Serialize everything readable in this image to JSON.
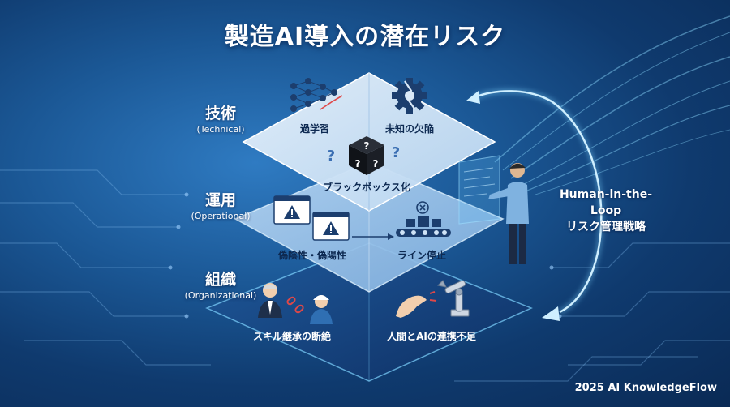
{
  "title": "製造AI導入の潜在リスク",
  "layers": [
    {
      "jp": "技術",
      "en": "(Technical)"
    },
    {
      "jp": "運用",
      "en": "(Operational)"
    },
    {
      "jp": "組織",
      "en": "(Organizational)"
    }
  ],
  "risks": {
    "overfitting": "過学習",
    "unknown_defect": "未知の欠陥",
    "black_box": "ブラックボックス化",
    "false_positive_negative": "偽陰性・偽陽性",
    "line_stop": "ライン停止",
    "skill_gap": "スキル継承の断絶",
    "human_ai_gap": "人間とAIの連携不足"
  },
  "strategy": {
    "line1": "Human-in-the-Loop",
    "line2": "リスク管理戦略"
  },
  "brand": "2025 AI KnowledgeFlow",
  "colors": {
    "background": "#1b5896",
    "top_layer": "#cfe3f6",
    "middle_layer": "#9cc4ea",
    "bottom_layer": "#143f7a",
    "glow": "#7fd4ff"
  },
  "icons": [
    "neural-network-icon",
    "broken-gear-icon",
    "black-box-icon",
    "warning-window-icon",
    "conveyor-icon",
    "engineer-icon",
    "robot-arm-icon",
    "human-hand-icon",
    "broken-link-icon"
  ]
}
